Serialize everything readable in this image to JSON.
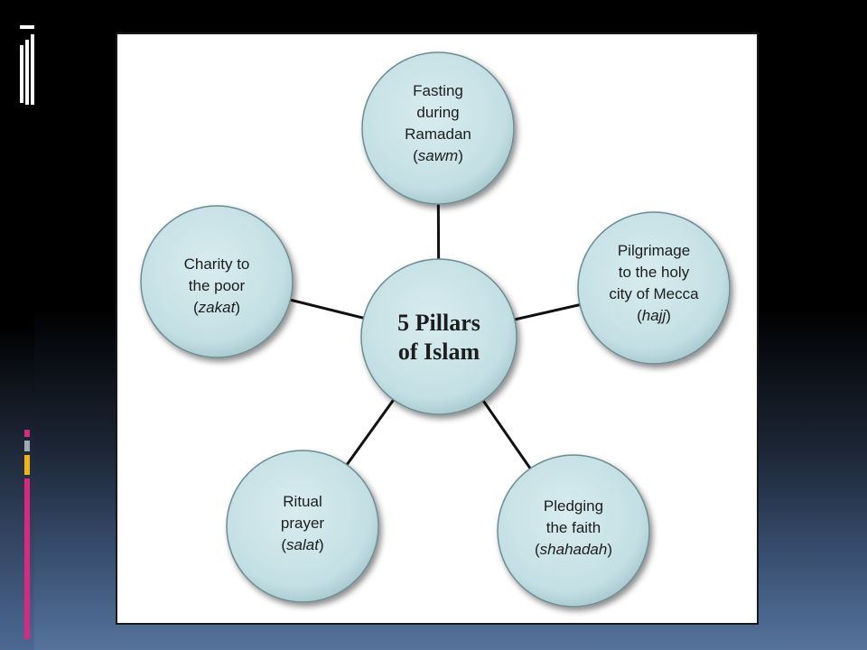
{
  "diagram": {
    "center": {
      "lines": [
        "5 Pillars",
        "of Islam"
      ]
    },
    "pillars": [
      {
        "id": "sawm",
        "lines": [
          "Fasting",
          "during",
          "Ramadan"
        ],
        "term": "sawm"
      },
      {
        "id": "hajj",
        "lines": [
          "Pilgrimage",
          "to the holy",
          "city of Mecca"
        ],
        "term": "hajj"
      },
      {
        "id": "shahadah",
        "lines": [
          "Pledging",
          "the faith"
        ],
        "term": "shahadah"
      },
      {
        "id": "salat",
        "lines": [
          "Ritual",
          "prayer"
        ],
        "term": "salat"
      },
      {
        "id": "zakat",
        "lines": [
          "Charity to",
          "the poor"
        ],
        "term": "zakat"
      }
    ]
  },
  "colors": {
    "node_fill": "#c5e0e5",
    "node_edge": "#6e8c93",
    "connector": "#111111",
    "text": "#1d1d1d"
  }
}
